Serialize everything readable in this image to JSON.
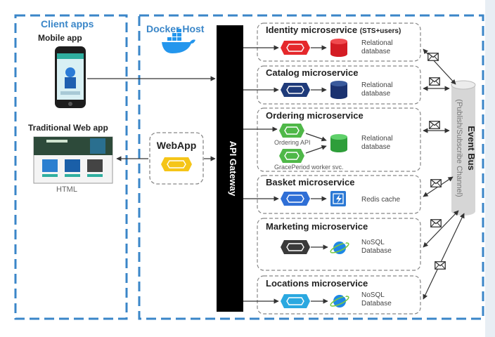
{
  "client": {
    "title": "Client apps",
    "mobile_label": "Mobile app",
    "web_label": "Traditional Web app",
    "html_label": "HTML"
  },
  "host": {
    "title": "Docker Host"
  },
  "webapp": {
    "label": "WebApp"
  },
  "gateway": {
    "label": "API Gateway"
  },
  "bus": {
    "title": "Event Bus",
    "subtitle": "(Publish/Subscribe Channel)"
  },
  "services": {
    "identity": {
      "title": "Identity microservice",
      "suffix": "(STS+users)",
      "db_line1": "Relational",
      "db_line2": "database"
    },
    "catalog": {
      "title": "Catalog microservice",
      "db_line1": "Relational",
      "db_line2": "database"
    },
    "ordering": {
      "title": "Ordering microservice",
      "api_label": "Ordering API",
      "worker_label": "GracePeriod worker svc.",
      "db_line1": "Relational",
      "db_line2": "database"
    },
    "basket": {
      "title": "Basket microservice",
      "db_line1": "Redis cache"
    },
    "marketing": {
      "title": "Marketing microservice",
      "db_line1": "NoSQL",
      "db_line2": "Database"
    },
    "locations": {
      "title": "Locations microservice",
      "db_line1": "NoSQL",
      "db_line2": "Database"
    }
  },
  "colors": {
    "frame_blue": "#3a86c8",
    "identity": "#e5282b",
    "catalog": "#1f3b7a",
    "ordering": "#4fb848",
    "basket": "#2f6fd6",
    "marketing": "#3a3a3a",
    "locations": "#2aa8e0",
    "webapp": "#f5c518",
    "gateway": "#000000",
    "bus": "#d6d6d6"
  }
}
